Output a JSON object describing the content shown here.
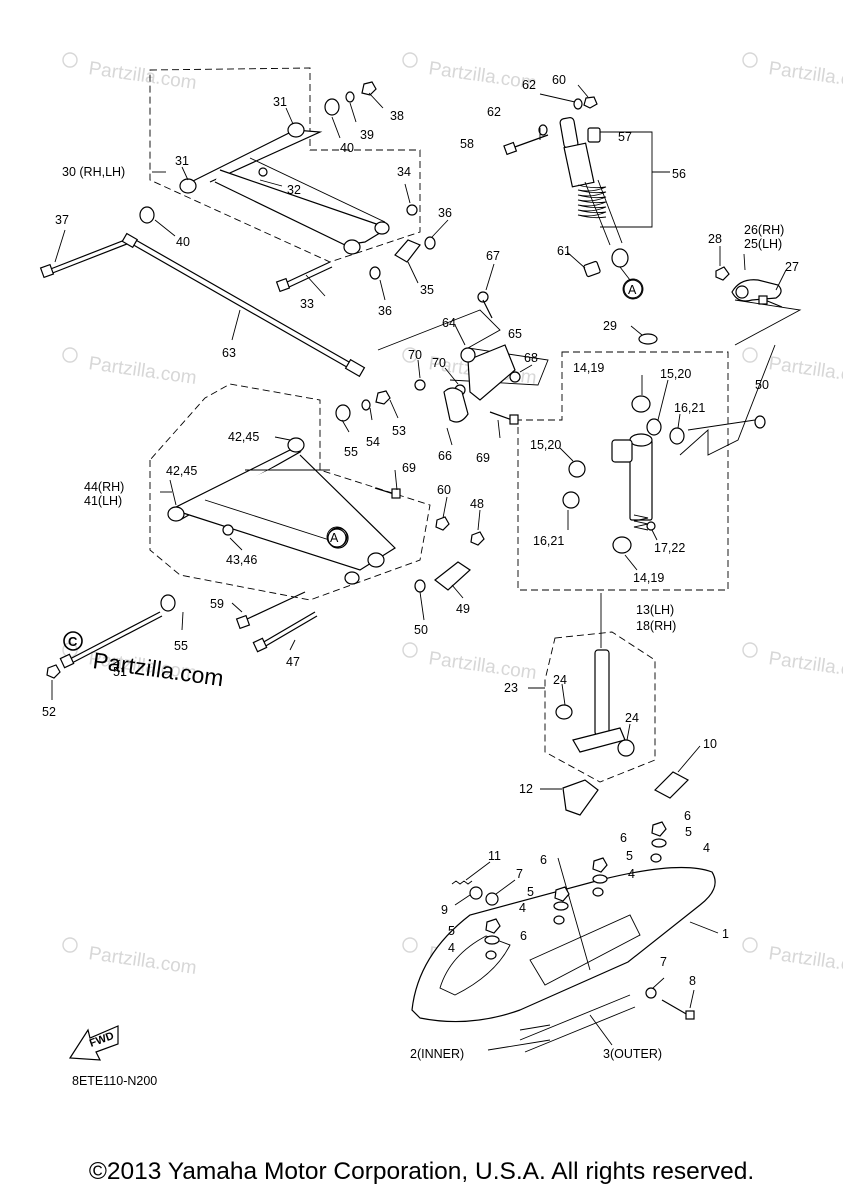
{
  "diagram": {
    "watermark": "Partzilla.com",
    "overlay_mark": "Partzilla.com",
    "drawing_code": "8ETE110-N200",
    "fwd_label": "FWD",
    "labels": {
      "p1": "1",
      "p2": "2(INNER)",
      "p3": "3(OUTER)",
      "p4a": "4",
      "p4b": "4",
      "p4c": "4",
      "p4d": "4",
      "p5a": "5",
      "p5b": "5",
      "p5c": "5",
      "p5d": "5",
      "p6a": "6",
      "p6b": "6",
      "p6c": "6",
      "p6d": "6",
      "p7a": "7",
      "p7b": "7",
      "p8": "8",
      "p9": "9",
      "p10": "10",
      "p11": "11",
      "p12": "12",
      "p13": "13(LH)",
      "p18": "18(RH)",
      "p1419a": "14,19",
      "p1419b": "14,19",
      "p1520a": "15,20",
      "p1520b": "15,20",
      "p1621a": "16,21",
      "p1621b": "16,21",
      "p1722": "17,22",
      "p23": "23",
      "p24a": "24",
      "p24b": "24",
      "p25": "25(LH)",
      "p26": "26(RH)",
      "p27": "27",
      "p28": "28",
      "p29": "29",
      "p30": "30 (RH,LH)",
      "p31a": "31",
      "p31b": "31",
      "p32": "32",
      "p33": "33",
      "p34": "34",
      "p35": "35",
      "p36a": "36",
      "p36b": "36",
      "p37": "37",
      "p38": "38",
      "p39": "39",
      "p40a": "40",
      "p40b": "40",
      "p41": "41(LH)",
      "p44": "44(RH)",
      "p4245a": "42,45",
      "p4245b": "42,45",
      "p4346": "43,46",
      "p47": "47",
      "p48": "48",
      "p49": "49",
      "p50a": "50",
      "p50b": "50",
      "p51": "51",
      "p52": "52",
      "p53": "53",
      "p54": "54",
      "p55a": "55",
      "p55b": "55",
      "p56": "56",
      "p57": "57",
      "p58": "58",
      "p59": "59",
      "p60a": "60",
      "p60b": "60",
      "p61": "61",
      "p62a": "62",
      "p62b": "62",
      "p63": "63",
      "p64": "64",
      "p65": "65",
      "p66": "66",
      "p67": "67",
      "p68": "68",
      "p69a": "69",
      "p69b": "69",
      "p70a": "70",
      "p70b": "70",
      "refA1": "A",
      "refA2": "A"
    }
  },
  "footer": {
    "copyright": "©2013 Yamaha Motor Corporation, U.S.A. All rights reserved."
  }
}
